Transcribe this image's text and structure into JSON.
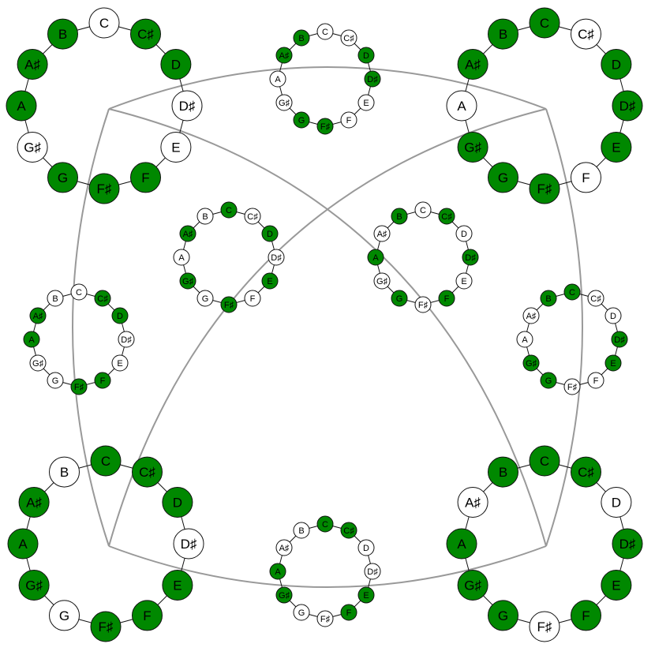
{
  "colors": {
    "on": "#008800",
    "off": "#ffffff",
    "stroke": "#111111",
    "curve": "#999999"
  },
  "notes": [
    "C",
    "C♯",
    "D",
    "D♯",
    "E",
    "F",
    "F♯",
    "G",
    "G♯",
    "A",
    "A♯",
    "B"
  ],
  "rings": [
    {
      "id": "ring-top-left",
      "size": "large",
      "active": [
        1,
        2,
        5,
        6,
        7,
        9,
        10,
        11
      ]
    },
    {
      "id": "ring-top-center",
      "size": "small",
      "active": [
        2,
        3,
        6,
        7,
        10,
        11
      ]
    },
    {
      "id": "ring-top-right",
      "size": "large",
      "active": [
        0,
        2,
        3,
        4,
        6,
        7,
        8,
        10,
        11
      ]
    },
    {
      "id": "ring-mid-left-inner",
      "size": "medium",
      "active": [
        0,
        2,
        4,
        6,
        8,
        10
      ]
    },
    {
      "id": "ring-mid-right-inner",
      "size": "medium",
      "active": [
        1,
        3,
        5,
        7,
        9,
        11
      ]
    },
    {
      "id": "ring-mid-left-outer",
      "size": "small",
      "active": [
        1,
        2,
        5,
        6,
        9,
        10
      ]
    },
    {
      "id": "ring-mid-right-outer",
      "size": "small",
      "active": [
        0,
        3,
        4,
        7,
        8,
        11
      ]
    },
    {
      "id": "ring-bottom-left",
      "size": "large",
      "active": [
        0,
        1,
        2,
        4,
        5,
        6,
        8,
        9,
        10
      ]
    },
    {
      "id": "ring-bottom-center",
      "size": "small",
      "active": [
        0,
        1,
        4,
        5,
        8,
        9
      ]
    },
    {
      "id": "ring-bottom-right",
      "size": "large",
      "active": [
        0,
        1,
        3,
        4,
        5,
        7,
        8,
        9,
        11
      ]
    }
  ]
}
